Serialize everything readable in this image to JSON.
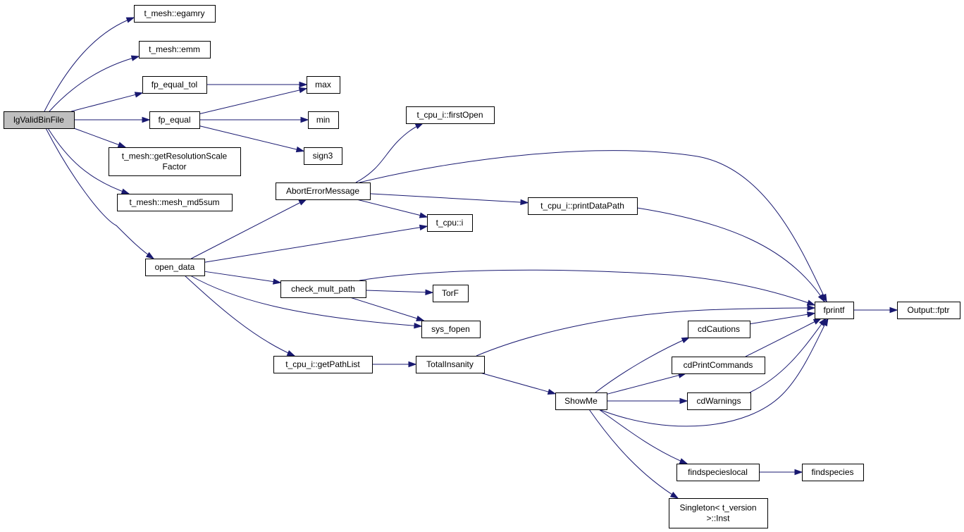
{
  "graph": {
    "nodes": {
      "lgValidBinFile": {
        "lines": [
          "lgValidBinFile"
        ],
        "root": true
      },
      "egamry": {
        "lines": [
          "t_mesh::egamry"
        ]
      },
      "emm": {
        "lines": [
          "t_mesh::emm"
        ]
      },
      "fp_equal_tol": {
        "lines": [
          "fp_equal_tol"
        ]
      },
      "max": {
        "lines": [
          "max"
        ]
      },
      "fp_equal": {
        "lines": [
          "fp_equal"
        ]
      },
      "min": {
        "lines": [
          "min"
        ]
      },
      "firstOpen": {
        "lines": [
          "t_cpu_i::firstOpen"
        ]
      },
      "sign3": {
        "lines": [
          "sign3"
        ]
      },
      "getResolutionScaleFactor": {
        "lines": [
          "t_mesh::getResolutionScale",
          "Factor"
        ]
      },
      "AbortErrorMessage": {
        "lines": [
          "AbortErrorMessage"
        ]
      },
      "mesh_md5sum": {
        "lines": [
          "t_mesh::mesh_md5sum"
        ]
      },
      "printDataPath": {
        "lines": [
          "t_cpu_i::printDataPath"
        ]
      },
      "t_cpu_i": {
        "lines": [
          "t_cpu::i"
        ]
      },
      "open_data": {
        "lines": [
          "open_data"
        ]
      },
      "check_mult_path": {
        "lines": [
          "check_mult_path"
        ]
      },
      "TorF": {
        "lines": [
          "TorF"
        ]
      },
      "fprintf": {
        "lines": [
          "fprintf"
        ]
      },
      "fptr": {
        "lines": [
          "Output::fptr"
        ]
      },
      "cdCautions": {
        "lines": [
          "cdCautions"
        ]
      },
      "sys_fopen": {
        "lines": [
          "sys_fopen"
        ]
      },
      "getPathList": {
        "lines": [
          "t_cpu_i::getPathList"
        ]
      },
      "TotalInsanity": {
        "lines": [
          "TotalInsanity"
        ]
      },
      "cdPrintCommands": {
        "lines": [
          "cdPrintCommands"
        ]
      },
      "ShowMe": {
        "lines": [
          "ShowMe"
        ]
      },
      "cdWarnings": {
        "lines": [
          "cdWarnings"
        ]
      },
      "findspecieslocal": {
        "lines": [
          "findspecieslocal"
        ]
      },
      "findspecies": {
        "lines": [
          "findspecies"
        ]
      },
      "Inst": {
        "lines": [
          "Singleton< t_version",
          ">::Inst"
        ]
      }
    },
    "edges": [
      {
        "from": "lgValidBinFile",
        "to": "egamry"
      },
      {
        "from": "lgValidBinFile",
        "to": "emm"
      },
      {
        "from": "lgValidBinFile",
        "to": "fp_equal_tol"
      },
      {
        "from": "lgValidBinFile",
        "to": "fp_equal"
      },
      {
        "from": "lgValidBinFile",
        "to": "getResolutionScaleFactor"
      },
      {
        "from": "lgValidBinFile",
        "to": "mesh_md5sum"
      },
      {
        "from": "lgValidBinFile",
        "to": "open_data"
      },
      {
        "from": "fp_equal_tol",
        "to": "max"
      },
      {
        "from": "fp_equal",
        "to": "max"
      },
      {
        "from": "fp_equal",
        "to": "min"
      },
      {
        "from": "fp_equal",
        "to": "sign3"
      },
      {
        "from": "AbortErrorMessage",
        "to": "firstOpen"
      },
      {
        "from": "AbortErrorMessage",
        "to": "fprintf"
      },
      {
        "from": "AbortErrorMessage",
        "to": "printDataPath"
      },
      {
        "from": "AbortErrorMessage",
        "to": "t_cpu_i"
      },
      {
        "from": "printDataPath",
        "to": "fprintf"
      },
      {
        "from": "open_data",
        "to": "AbortErrorMessage"
      },
      {
        "from": "open_data",
        "to": "t_cpu_i"
      },
      {
        "from": "open_data",
        "to": "check_mult_path"
      },
      {
        "from": "open_data",
        "to": "sys_fopen"
      },
      {
        "from": "open_data",
        "to": "getPathList"
      },
      {
        "from": "check_mult_path",
        "to": "fprintf"
      },
      {
        "from": "check_mult_path",
        "to": "TorF"
      },
      {
        "from": "check_mult_path",
        "to": "sys_fopen"
      },
      {
        "from": "fprintf",
        "to": "fptr"
      },
      {
        "from": "getPathList",
        "to": "TotalInsanity"
      },
      {
        "from": "TotalInsanity",
        "to": "fprintf"
      },
      {
        "from": "TotalInsanity",
        "to": "ShowMe"
      },
      {
        "from": "ShowMe",
        "to": "cdCautions"
      },
      {
        "from": "ShowMe",
        "to": "cdPrintCommands"
      },
      {
        "from": "ShowMe",
        "to": "cdWarnings"
      },
      {
        "from": "ShowMe",
        "to": "fprintf"
      },
      {
        "from": "ShowMe",
        "to": "findspecieslocal"
      },
      {
        "from": "ShowMe",
        "to": "Inst"
      },
      {
        "from": "cdCautions",
        "to": "fprintf"
      },
      {
        "from": "cdPrintCommands",
        "to": "fprintf"
      },
      {
        "from": "cdWarnings",
        "to": "fprintf"
      },
      {
        "from": "findspecieslocal",
        "to": "findspecies"
      }
    ]
  },
  "colors": {
    "edge": "#191970",
    "root_fill": "#bfbfbf",
    "node_fill": "#ffffff",
    "node_border": "#000000"
  }
}
